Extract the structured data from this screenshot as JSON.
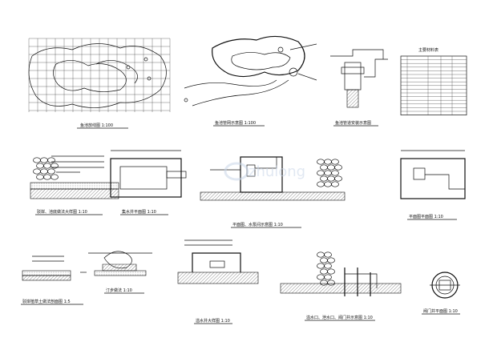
{
  "drawings": {
    "site_grid_plan": {
      "caption": "鱼池放线图  1:100"
    },
    "pipe_layout": {
      "caption": "鱼池管网示意图  1:100"
    },
    "pump_elevation": {
      "caption": "鱼池管道安装示意图"
    },
    "material_table": {
      "title": "主要材料表",
      "rows": 16
    },
    "edge_detail": {
      "caption": "驳岸、池底做法大样图  1:10"
    },
    "sump_plan": {
      "caption": "集水井平面图  1:10"
    },
    "pump_section": {
      "caption": "平面图、水泵间示意图  1:10"
    },
    "valve_plan": {
      "caption": "平面图平面图  1:10"
    },
    "grass_edge": {
      "caption": "驳岸植草土做法剖面图  1:5"
    },
    "stepping_stone": {
      "caption": "汀步做法  1:10"
    },
    "pool_section": {
      "caption": "溢水井大样图  1:10"
    },
    "outlet_detail": {
      "caption": "溢水口、泄水口、阀门井示意图  1:10"
    },
    "manhole": {
      "caption": "阀门井平面图  1:10"
    }
  },
  "watermark": "zhulong",
  "colors": {
    "line": "#111111",
    "background": "#ffffff",
    "watermark": "#c9d6e8"
  }
}
